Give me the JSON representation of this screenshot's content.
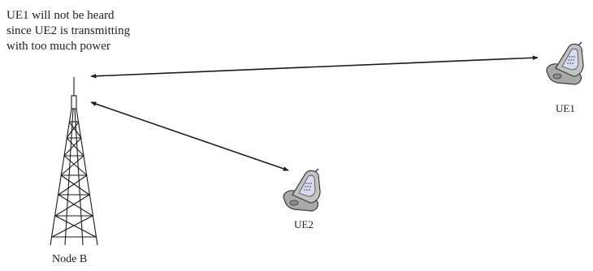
{
  "caption": {
    "lines": [
      "UE1 will not be heard",
      "since UE2 is transmitting",
      "with too much power"
    ]
  },
  "labels": {
    "node_b": "Node B",
    "ue1": "UE1",
    "ue2": "UE2"
  },
  "icons": {
    "tower": "cell-tower-icon",
    "ue1": "mobile-phone-icon",
    "ue2": "mobile-phone-icon"
  },
  "colors": {
    "line": "#1a1a1a",
    "phone_body": "#b7b7b7",
    "phone_screen": "#d7dcef"
  }
}
